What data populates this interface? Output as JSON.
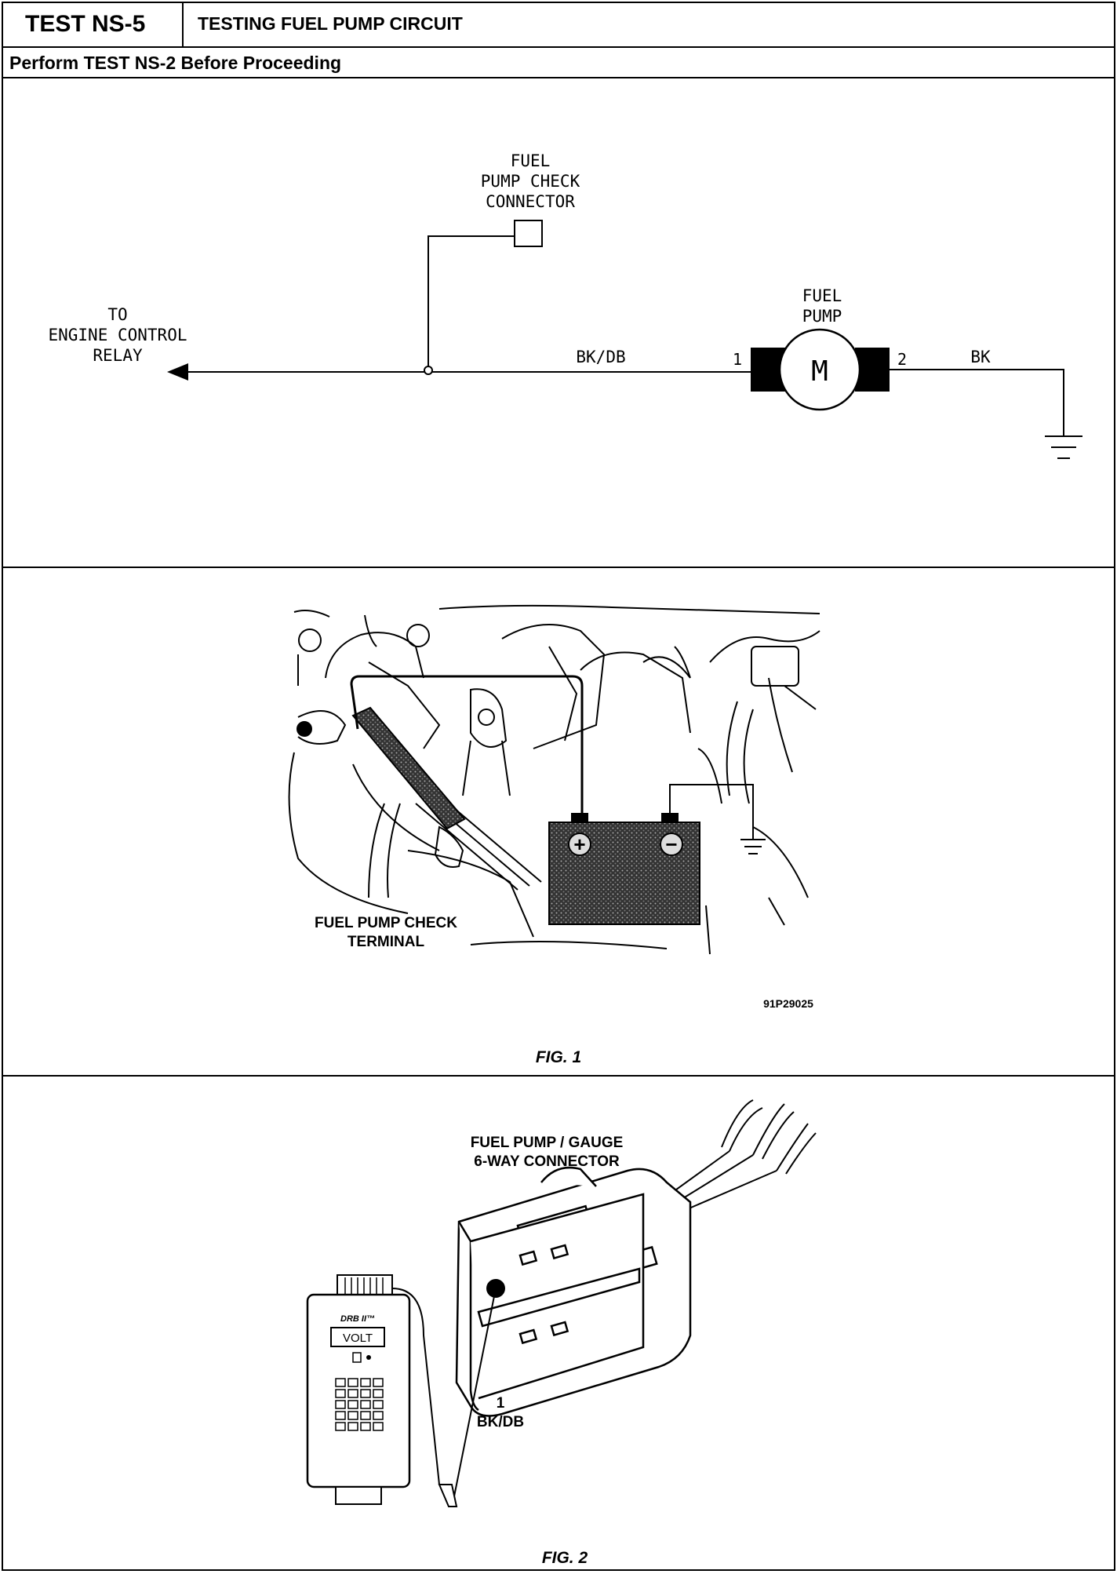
{
  "header": {
    "test_id": "TEST NS-5",
    "title": "TESTING FUEL PUMP CIRCUIT",
    "prerequisite": "Perform TEST NS-2 Before Proceeding"
  },
  "schematic": {
    "check_connector_label": [
      "FUEL",
      "PUMP CHECK",
      "CONNECTOR"
    ],
    "relay_label": [
      "TO",
      "ENGINE CONTROL",
      "RELAY"
    ],
    "pump_label": [
      "FUEL",
      "PUMP"
    ],
    "motor_symbol": "M",
    "wire_left": "BK/DB",
    "wire_right": "BK",
    "pin_1": "1",
    "pin_2": "2",
    "ground_icon": "ground-icon"
  },
  "figure1": {
    "terminal_label": [
      "FUEL PUMP CHECK",
      "TERMINAL"
    ],
    "part_code": "91P29025",
    "battery_plus": "+",
    "battery_minus": "−",
    "caption": "FIG. 1"
  },
  "figure2": {
    "connector_label": [
      "FUEL PUMP / GAUGE",
      "6-WAY CONNECTOR"
    ],
    "pin_label": "1",
    "wire_label": "BK/DB",
    "meter_brand": "DRB II™",
    "meter_mode": "VOLT",
    "caption": "FIG. 2"
  }
}
